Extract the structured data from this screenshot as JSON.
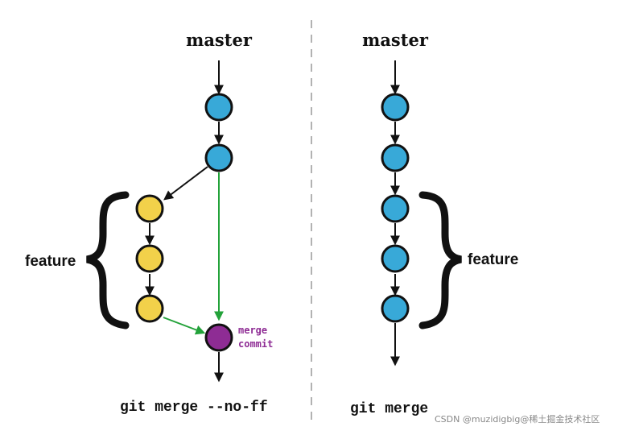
{
  "colors": {
    "master_commit": "#38a9d8",
    "feature_commit": "#f2d14a",
    "merge_commit": "#8e2c94",
    "merge_line": "#23a23a",
    "stroke": "#111111",
    "merge_label": "#8e2c94"
  },
  "left": {
    "title": "master",
    "feature_label": "feature",
    "merge_label_line1": "merge",
    "merge_label_line2": "commit",
    "command": "git merge --no-ff"
  },
  "right": {
    "title": "master",
    "feature_label": "feature",
    "command": "git merge"
  },
  "watermark": "CSDN @muzidigbig@稀土掘金技术社区"
}
